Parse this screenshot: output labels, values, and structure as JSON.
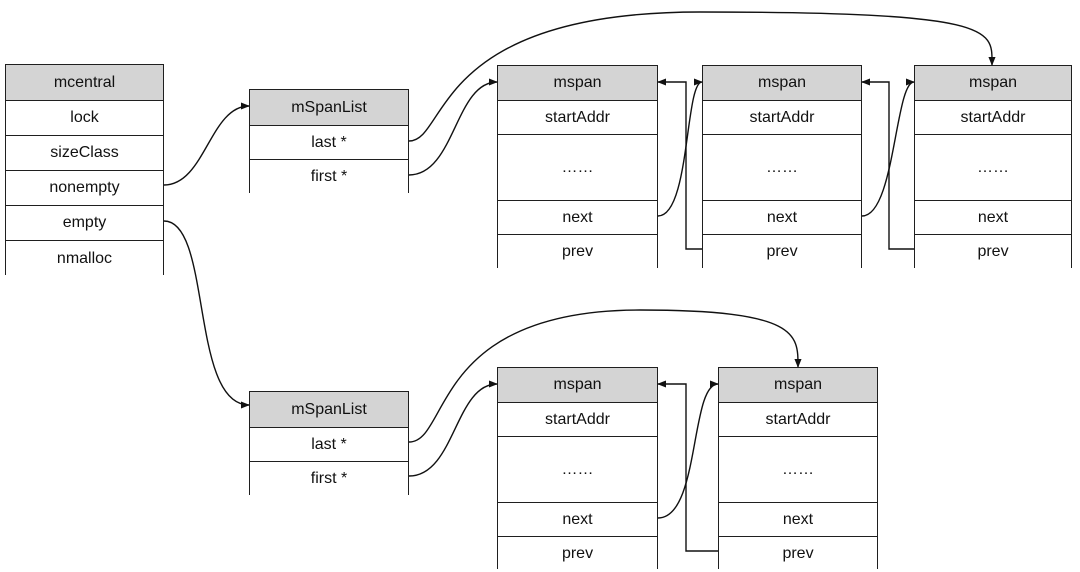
{
  "mcentral": {
    "title": "mcentral",
    "fields": [
      "lock",
      "sizeClass",
      "nonempty",
      "empty",
      "nmalloc"
    ]
  },
  "span_lists": [
    {
      "title": "mSpanList",
      "fields": [
        "last *",
        "first *"
      ]
    },
    {
      "title": "mSpanList",
      "fields": [
        "last *",
        "first *"
      ]
    }
  ],
  "mspan": {
    "title": "mspan",
    "fields": [
      "startAddr",
      "……",
      "next",
      "prev"
    ]
  },
  "colors": {
    "header_fill": "#d4d4d4",
    "border": "#1f1f1f",
    "background": "#ffffff"
  }
}
